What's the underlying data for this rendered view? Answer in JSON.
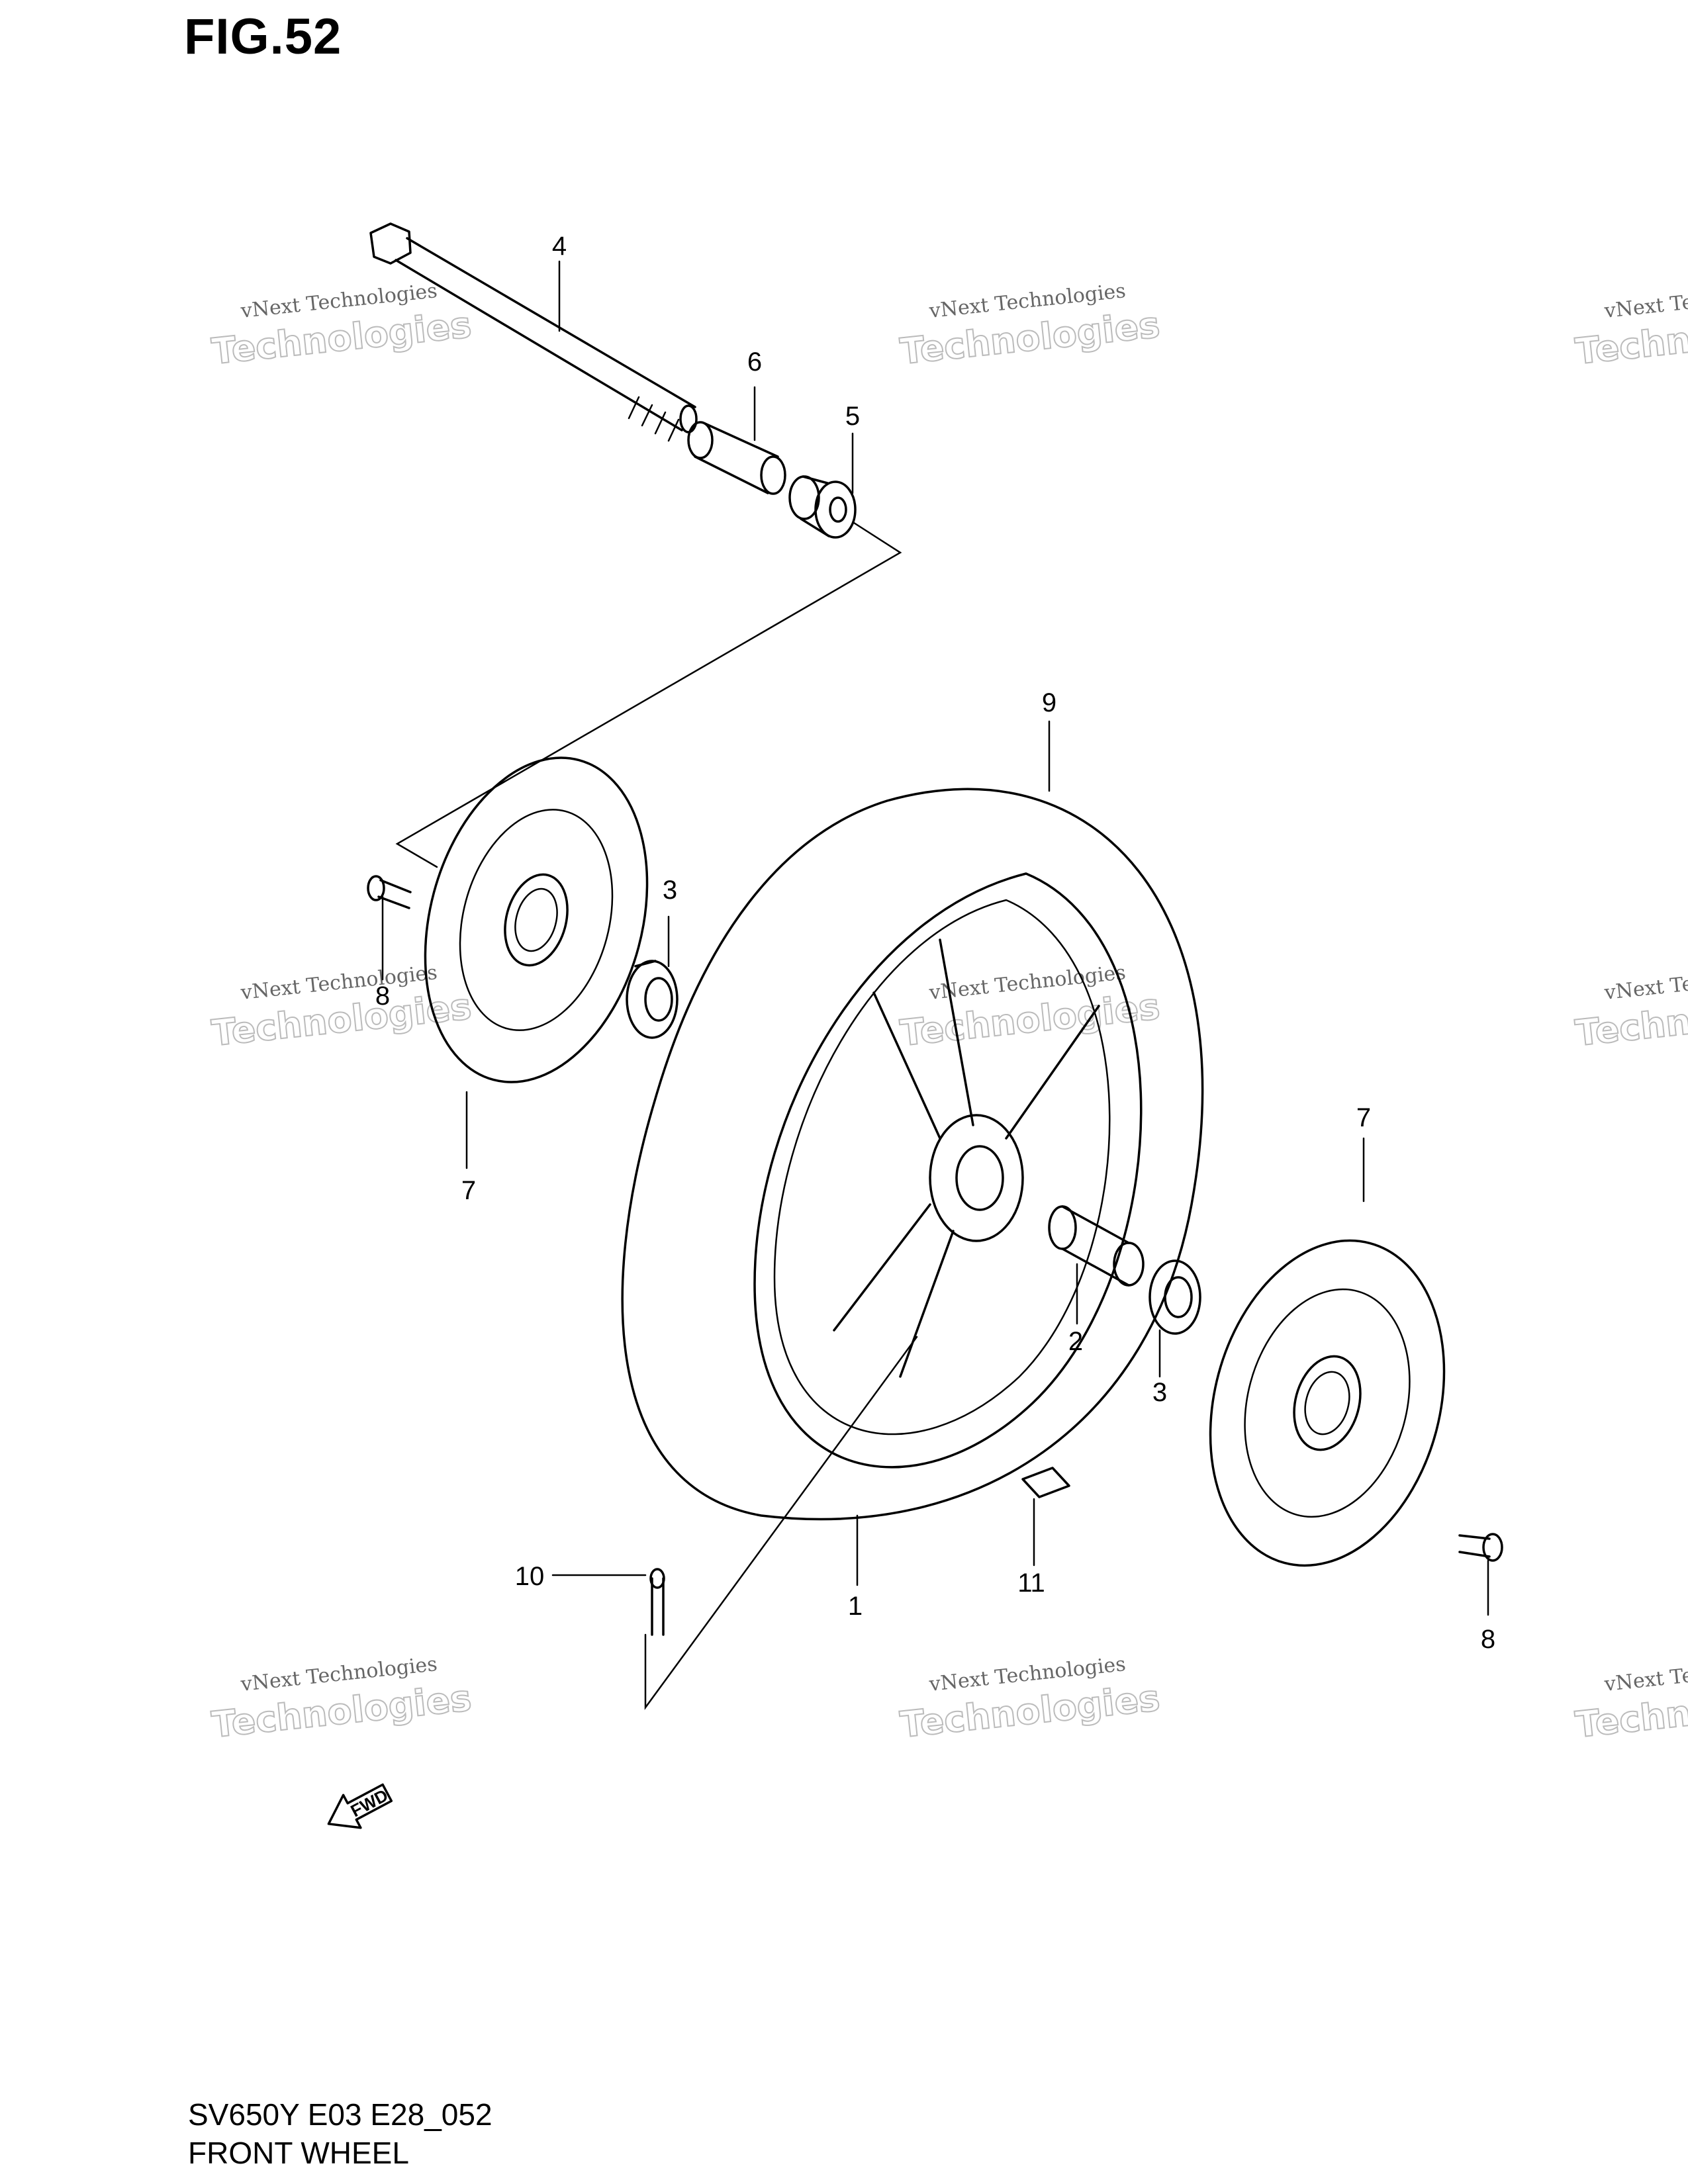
{
  "figure": {
    "title": "FIG.52"
  },
  "footer": {
    "model_code": "SV650Y E03 E28_052",
    "section_title": "FRONT WHEEL"
  },
  "watermark": {
    "line1": "vNext Technologies",
    "line2": "vNext Technologies",
    "line3": "Technologies"
  },
  "fwd_label": "FWD",
  "callouts": [
    "1",
    "2",
    "3",
    "3",
    "4",
    "5",
    "6",
    "7",
    "7",
    "8",
    "8",
    "9",
    "10",
    "11"
  ],
  "colors": {
    "line": "#000000",
    "watermark": "#999999",
    "background": "#ffffff"
  }
}
